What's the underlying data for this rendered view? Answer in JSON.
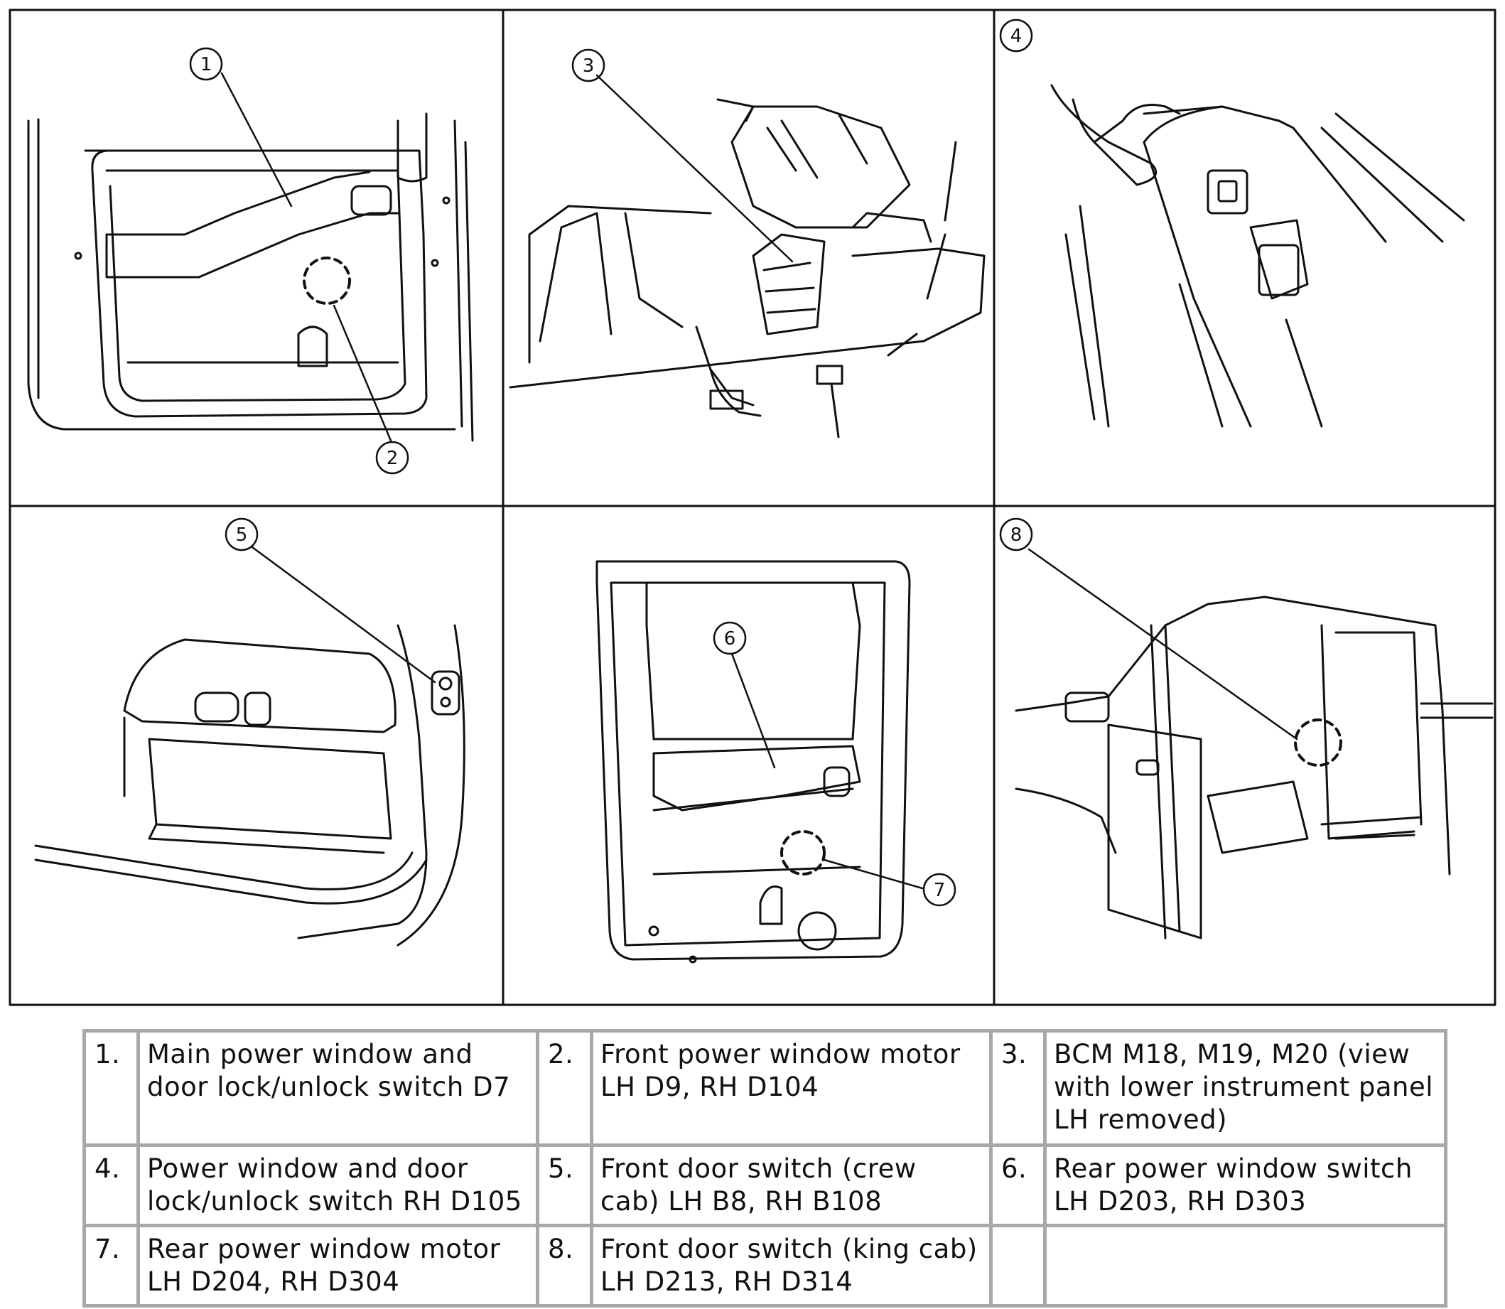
{
  "callouts": [
    "1",
    "2",
    "3",
    "4",
    "5",
    "6",
    "7",
    "8"
  ],
  "legend": {
    "rows": [
      [
        {
          "num": "1.",
          "text": "Main power window and door lock/unlock switch D7"
        },
        {
          "num": "2.",
          "text": "Front power window motor LH D9, RH D104"
        },
        {
          "num": "3.",
          "text": "BCM M18, M19, M20 (view with lower instrument panel LH removed)"
        }
      ],
      [
        {
          "num": "4.",
          "text": "Power window and door lock/unlock switch RH D105"
        },
        {
          "num": "5.",
          "text": "Front door switch (crew cab) LH B8, RH B108"
        },
        {
          "num": "6.",
          "text": "Rear power window switch LH D203, RH D303"
        }
      ],
      [
        {
          "num": "7.",
          "text": "Rear power window motor LH D204, RH D304"
        },
        {
          "num": "8.",
          "text": "Front door switch (king cab) LH D213, RH D314"
        },
        {
          "num": "",
          "text": ""
        }
      ]
    ]
  }
}
